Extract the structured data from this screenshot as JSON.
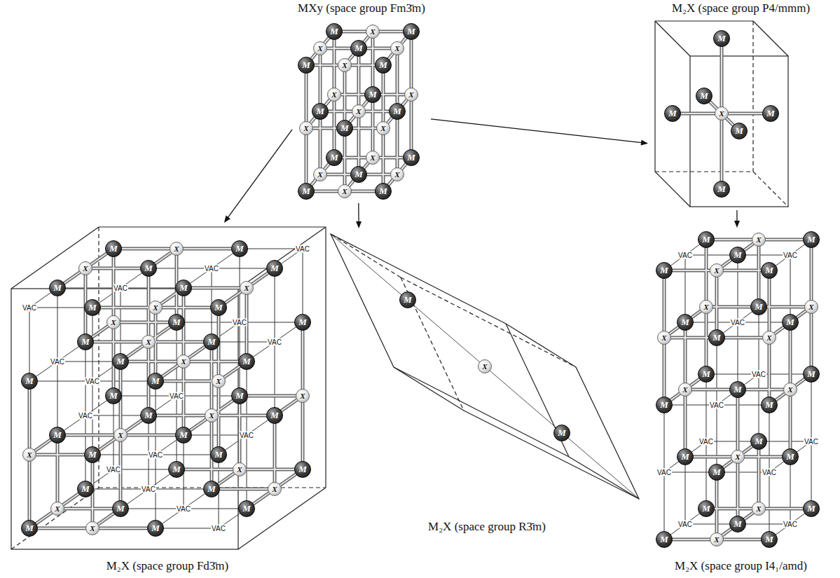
{
  "diagram": {
    "nodes": [
      {
        "text": [
          "MXy (space group Fm3̄m)"
        ]
      },
      {
        "text": [
          "M₂X (space group P4/mmm)"
        ]
      },
      {
        "text": [
          "M₂X (space group Fd3̄m)"
        ]
      },
      {
        "text": [
          "M₂X (space group R3̄m)"
        ]
      },
      {
        "text": [
          "M₂X (space group I4₁/amd)"
        ]
      }
    ],
    "edges": [
      {
        "from": 0,
        "to": 1,
        "arrow": "to"
      },
      {
        "from": 0,
        "to": 2,
        "arrow": "to"
      },
      {
        "from": 0,
        "to": 3,
        "arrow": "to"
      },
      {
        "from": 1,
        "to": 4,
        "arrow": "to"
      }
    ],
    "labels": [
      "M",
      "X",
      "M",
      "X",
      "M",
      "X",
      "M",
      "X",
      "M",
      "X",
      "M",
      "X",
      "M",
      "X",
      "M",
      "X",
      "M",
      "X",
      "M",
      "X",
      "M",
      "X",
      "M",
      "X",
      "M",
      "X",
      "M",
      "M",
      "M",
      "M",
      "X",
      "M",
      "M",
      "M",
      "M",
      "X",
      "M",
      "VAC",
      "X",
      "M",
      "VAC",
      "M",
      "M",
      "VAC",
      "M",
      "X",
      "VAC",
      "M",
      "X",
      "M",
      "X",
      "M",
      "VAC",
      "M",
      "M",
      "X",
      "M",
      "VAC",
      "VAC",
      "M",
      "X",
      "M",
      "M",
      "VAC",
      "M",
      "X",
      "M",
      "VAC",
      "M",
      "X",
      "VAC",
      "M",
      "X",
      "M",
      "M",
      "X",
      "M",
      "VAC",
      "X",
      "M",
      "VAC",
      "M",
      "VAC",
      "M",
      "X",
      "M",
      "M",
      "VAC",
      "M",
      "X",
      "X",
      "M",
      "VAC",
      "M",
      "M",
      "X",
      "M",
      "VAC",
      "M",
      "X",
      "M",
      "M",
      "X",
      "M",
      "X",
      "M",
      "X",
      "M",
      "VAC",
      "M",
      "VAC",
      "M",
      "VAC",
      "M",
      "X",
      "M",
      "VAC",
      "M",
      "VAC",
      "M",
      "VAC",
      "M",
      "X",
      "M",
      "X",
      "M",
      "X",
      "M",
      "VAC",
      "M",
      "VAC",
      "M",
      "X",
      "M",
      "X",
      "M",
      "X",
      "M",
      "VAC",
      "M",
      "VAC",
      "M",
      "VAC",
      "M",
      "X",
      "M"
    ]
  }
}
